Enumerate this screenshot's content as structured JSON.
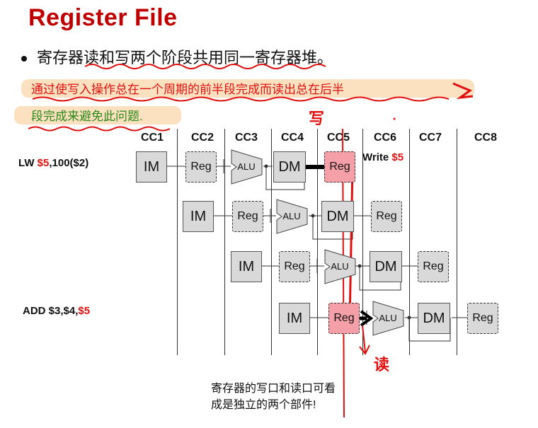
{
  "title": "Register File",
  "bullet": "寄存器读和写两个阶段共用同一寄存器堆。",
  "note_line1": "通过使写入操作总在一个周期的前半段完成而读出总在后半",
  "note_line2": "段完成来避免此问题.",
  "cycles": [
    "CC1",
    "CC2",
    "CC3",
    "CC4",
    "CC5",
    "CC6",
    "CC7",
    "CC8"
  ],
  "instr1": {
    "prefix": "LW ",
    "reg": "$5",
    "suffix": ",100($2)"
  },
  "instr2": {
    "prefix": "ADD $3,$4,",
    "reg": "$5"
  },
  "write_label": {
    "prefix": "Write ",
    "reg": "$5"
  },
  "stage_labels": {
    "im": "IM",
    "reg": "Reg",
    "alu": "ALU",
    "dm": "DM"
  },
  "caption_line1": "寄存器的写口和读口可看",
  "caption_line2": "成是独立的两个部件!",
  "handwriting": {
    "write": "写",
    "read": "读"
  },
  "colors": {
    "title": "#c00000",
    "accent_red": "#e01010",
    "green": "#2a8a1a",
    "stage_fill": "#d9d9d9",
    "reg_highlight": "#f5a0a8"
  }
}
